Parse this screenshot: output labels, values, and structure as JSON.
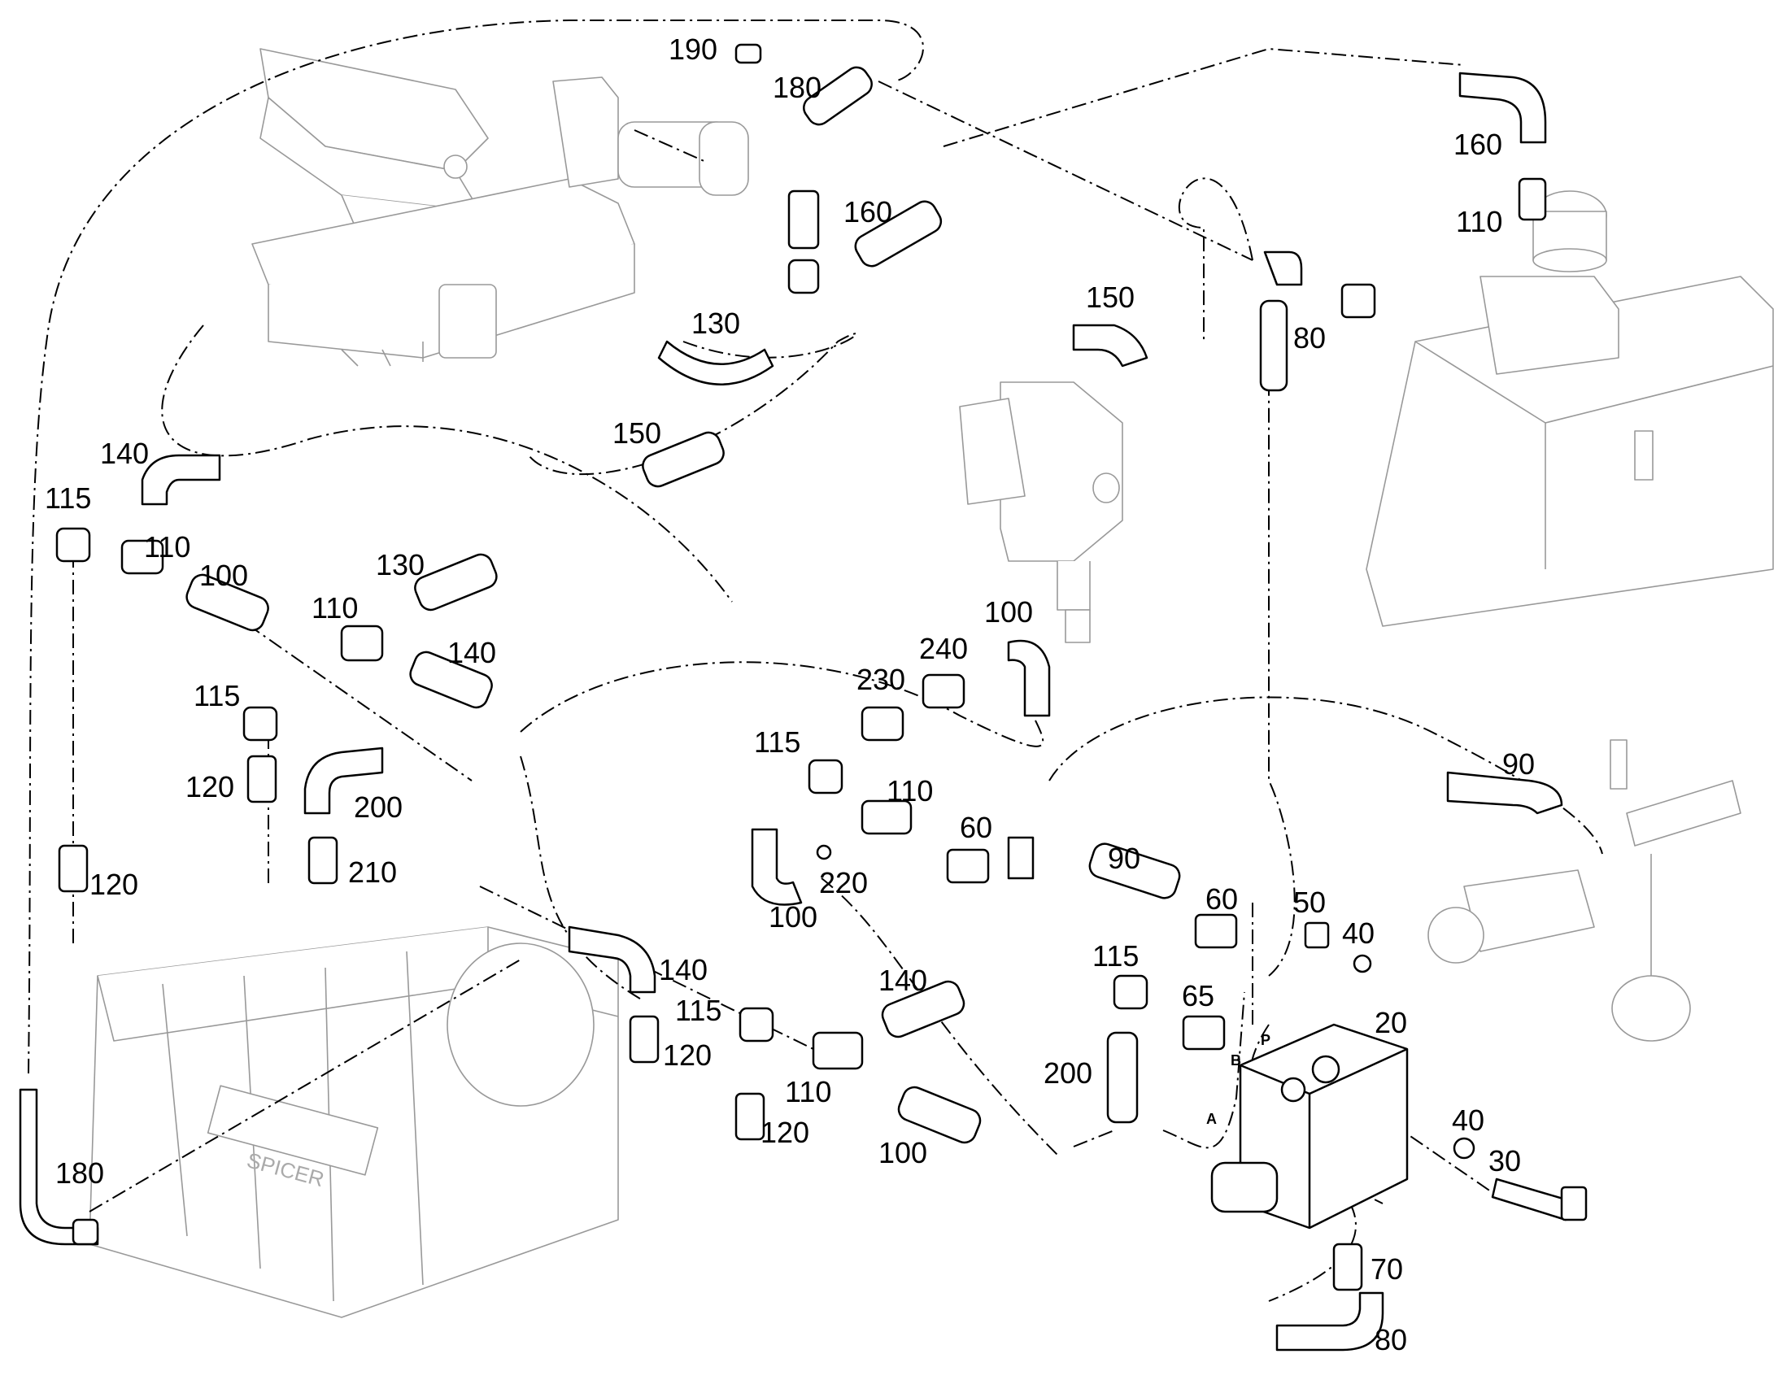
{
  "callouts": [
    {
      "text": "190"
    },
    {
      "text": "180"
    },
    {
      "text": "160"
    },
    {
      "text": "110"
    },
    {
      "text": "160"
    },
    {
      "text": "130"
    },
    {
      "text": "80"
    },
    {
      "text": "150"
    },
    {
      "text": "150"
    },
    {
      "text": "140"
    },
    {
      "text": "115"
    },
    {
      "text": "110"
    },
    {
      "text": "100"
    },
    {
      "text": "130"
    },
    {
      "text": "110"
    },
    {
      "text": "140"
    },
    {
      "text": "115"
    },
    {
      "text": "100"
    },
    {
      "text": "240"
    },
    {
      "text": "230"
    },
    {
      "text": "90"
    },
    {
      "text": "120"
    },
    {
      "text": "200"
    },
    {
      "text": "115"
    },
    {
      "text": "110"
    },
    {
      "text": "60"
    },
    {
      "text": "120"
    },
    {
      "text": "210"
    },
    {
      "text": "220"
    },
    {
      "text": "100"
    },
    {
      "text": "90"
    },
    {
      "text": "60"
    },
    {
      "text": "50"
    },
    {
      "text": "40"
    },
    {
      "text": "115"
    },
    {
      "text": "65"
    },
    {
      "text": "140"
    },
    {
      "text": "140"
    },
    {
      "text": "115"
    },
    {
      "text": "120"
    },
    {
      "text": "20"
    },
    {
      "text": "200"
    },
    {
      "text": "110"
    },
    {
      "text": "120"
    },
    {
      "text": "40"
    },
    {
      "text": "30"
    },
    {
      "text": "100"
    },
    {
      "text": "180"
    },
    {
      "text": "70"
    },
    {
      "text": "80"
    }
  ],
  "ports": [
    {
      "text": "P"
    },
    {
      "text": "B"
    },
    {
      "text": "A"
    }
  ],
  "brand_casting": "SPICER",
  "colors": {
    "ink": "#000000",
    "outline_faint": "#999999",
    "background": "#ffffff"
  }
}
